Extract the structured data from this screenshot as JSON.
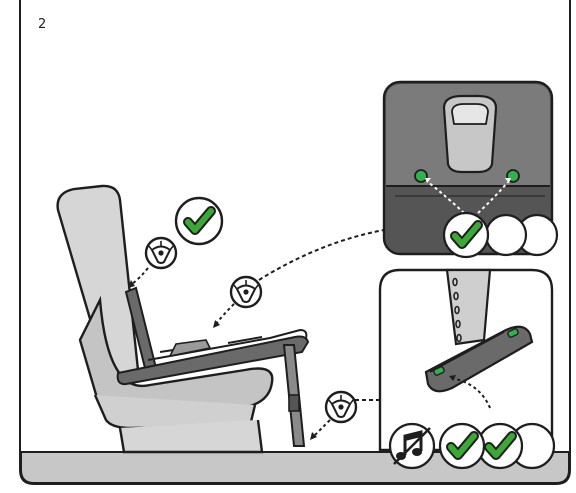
{
  "step": {
    "number": "2"
  },
  "colors": {
    "outline": "#1e1e1e",
    "seat_fill": "#d6d6d6",
    "seat_shade": "#c4c4c4",
    "floor": "#c7c7c7",
    "base_dark": "#6a6a6a",
    "panel_dark": "#555555",
    "panel_mid": "#7b7b7b",
    "leg_light": "#cfcfcf",
    "indicator_green": "#2fb34a",
    "check_green": "#3aaa35"
  },
  "icons": {
    "eye": "eye-check-icon",
    "check": "green-checkmark-icon",
    "music": "music-note-icon",
    "empty": "empty-indicator-icon"
  },
  "indicators": {
    "isofix_panel": [
      "check",
      "empty",
      "empty"
    ],
    "support_leg": [
      "sound-muted",
      "check",
      "check",
      "empty"
    ]
  }
}
